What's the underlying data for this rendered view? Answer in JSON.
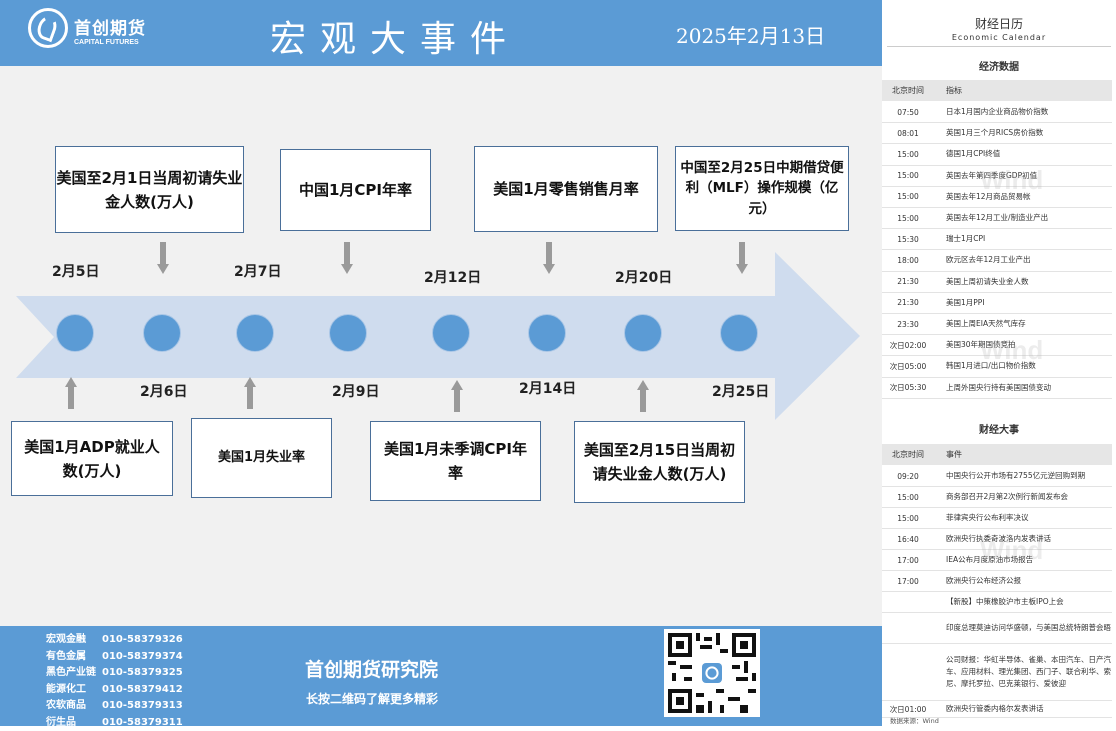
{
  "header": {
    "logo_cn": "首创期货",
    "logo_en": "CAPITAL FUTURES",
    "title": "宏观大事件",
    "date": "2025年2月13日"
  },
  "timeline": {
    "dates": [
      "2月5日",
      "2月6日",
      "2月7日",
      "2月9日",
      "2月12日",
      "2月14日",
      "2月20日",
      "2月25日"
    ],
    "top_events": [
      "美国至2月1日当周初请失业金人数(万人)",
      "中国1月CPI年率",
      "美国1月零售销售月率",
      "中国至2月25日中期借贷便利（MLF）操作规模（亿元）"
    ],
    "bottom_events": [
      "美国1月ADP就业人数(万人)",
      "美国1月失业率",
      "美国1月未季调CPI年率",
      "美国至2月15日当周初请失业金人数(万人)"
    ]
  },
  "footer": {
    "contacts": [
      {
        "label": "宏观金融",
        "phone": "010-58379326"
      },
      {
        "label": "有色金属",
        "phone": "010-58379374"
      },
      {
        "label": "黑色产业链",
        "phone": "010-58379325"
      },
      {
        "label": "能源化工",
        "phone": "010-58379412"
      },
      {
        "label": "农软商品",
        "phone": "010-58379313"
      },
      {
        "label": "衍生品",
        "phone": "010-58379311"
      }
    ],
    "title": "首创期货研究院",
    "subtitle": "长按二维码了解更多精彩"
  },
  "calendar": {
    "title": "财经日历",
    "subtitle": "Economic Calendar",
    "econ": {
      "section": "经济数据",
      "col_time": "北京时间",
      "col_item": "指标",
      "rows": [
        {
          "t": "07:50",
          "v": "日本1月国内企业商品物价指数"
        },
        {
          "t": "08:01",
          "v": "英国1月三个月RICS房价指数"
        },
        {
          "t": "15:00",
          "v": "德国1月CPI终值"
        },
        {
          "t": "15:00",
          "v": "英国去年第四季度GDP初值"
        },
        {
          "t": "15:00",
          "v": "英国去年12月商品贸易帐"
        },
        {
          "t": "15:00",
          "v": "英国去年12月工业/制造业产出"
        },
        {
          "t": "15:30",
          "v": "瑞士1月CPI"
        },
        {
          "t": "18:00",
          "v": "欧元区去年12月工业产出"
        },
        {
          "t": "21:30",
          "v": "美国上周初请失业金人数"
        },
        {
          "t": "21:30",
          "v": "美国1月PPI"
        },
        {
          "t": "23:30",
          "v": "美国上周EIA天然气库存"
        },
        {
          "t": "次日02:00",
          "v": "美国30年期国债竞拍"
        },
        {
          "t": "次日05:00",
          "v": "韩国1月进口/出口物价指数"
        },
        {
          "t": "次日05:30",
          "v": "上周外国央行持有美国国债变动"
        }
      ]
    },
    "events": {
      "section": "财经大事",
      "col_time": "北京时间",
      "col_item": "事件",
      "rows": [
        {
          "t": "09:20",
          "v": "中国央行公开市场有2755亿元逆回购到期"
        },
        {
          "t": "15:00",
          "v": "商务部召开2月第2次例行新闻发布会"
        },
        {
          "t": "15:00",
          "v": "菲律宾央行公布利率决议"
        },
        {
          "t": "16:40",
          "v": "欧洲央行执委奇波洛内发表讲话"
        },
        {
          "t": "17:00",
          "v": "IEA公布月度原油市场报告"
        },
        {
          "t": "17:00",
          "v": "欧洲央行公布经济公报"
        },
        {
          "t": "",
          "v": "【新股】中策橡胶沪市主板IPO上会"
        },
        {
          "t": "",
          "v": "印度总理莫迪访问华盛顿，与美国总统特朗普会晤"
        },
        {
          "t": "",
          "v": "公司财报：华虹半导体、雀巢、本田汽车、日产汽车、应用材料、理光集团、西门子、联合利华、索尼、摩托罗拉、巴克莱银行、爱彼迎"
        },
        {
          "t": "次日01:00",
          "v": "欧洲央行管委内格尔发表讲话"
        }
      ]
    },
    "source": "数据来源：Wind",
    "watermark": "Wind"
  }
}
